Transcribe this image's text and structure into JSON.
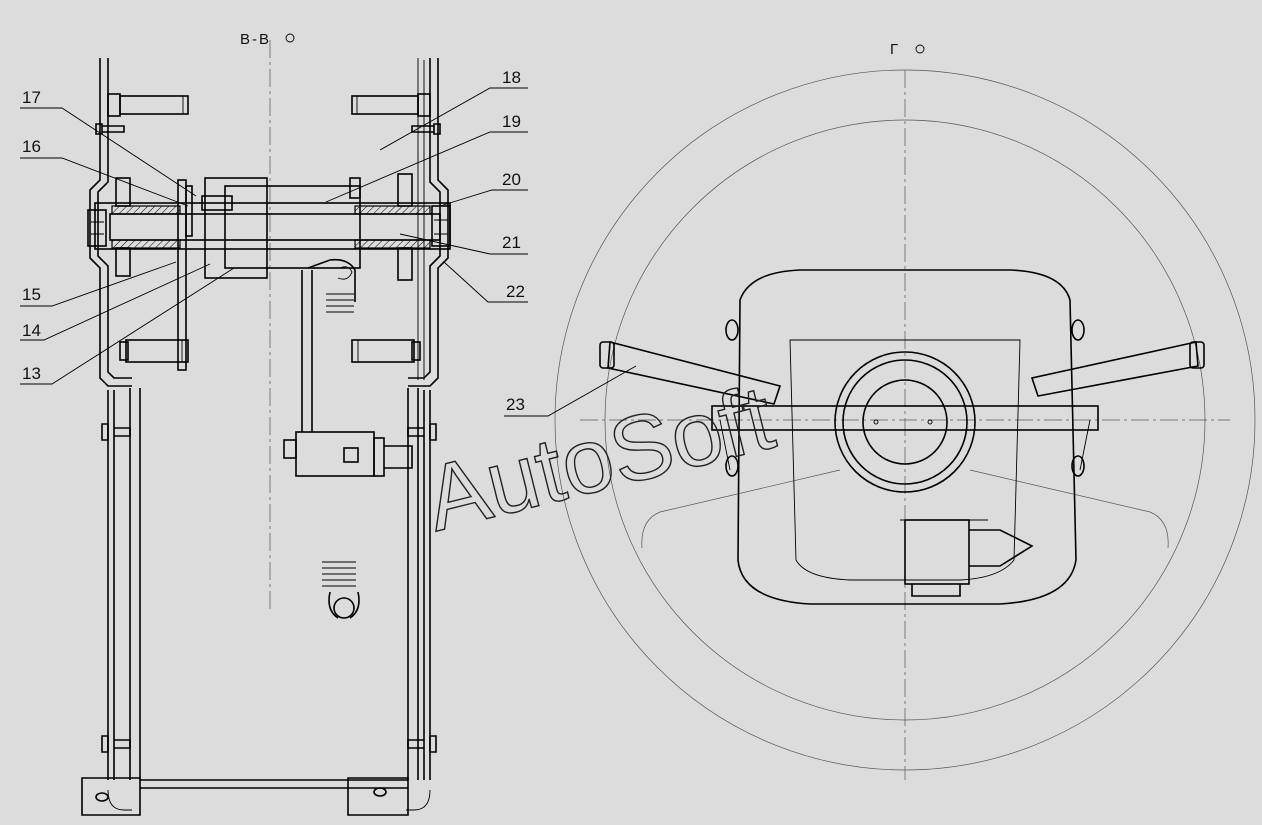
{
  "section_views": [
    {
      "id": "section-bb",
      "title": "В-В"
    },
    {
      "id": "view-g",
      "title": "Г"
    }
  ],
  "callouts": [
    {
      "id": "13",
      "text": "13"
    },
    {
      "id": "14",
      "text": "14"
    },
    {
      "id": "15",
      "text": "15"
    },
    {
      "id": "16",
      "text": "16"
    },
    {
      "id": "17",
      "text": "17"
    },
    {
      "id": "18",
      "text": "18"
    },
    {
      "id": "19",
      "text": "19"
    },
    {
      "id": "20",
      "text": "20"
    },
    {
      "id": "21",
      "text": "21"
    },
    {
      "id": "22",
      "text": "22"
    },
    {
      "id": "23",
      "text": "23"
    }
  ],
  "watermark": "AutoSoft"
}
